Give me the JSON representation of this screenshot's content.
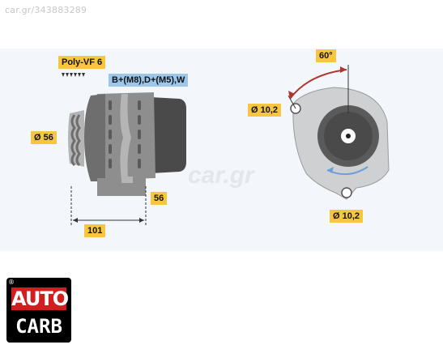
{
  "watermark_top": "car.gr/343883289",
  "watermark_center": "car.gr",
  "labels": {
    "belt": "Poly-VF 6",
    "terminals": "B+(M8),D+(M5),W",
    "pulley_diameter": "Ø 56",
    "width_56": "56",
    "length_101": "101",
    "angle": "60°",
    "hole_upper": "Ø 10,2",
    "hole_lower": "Ø 10,2"
  },
  "logo": {
    "reg_mark": "®",
    "top": "AUTO",
    "bottom": "CARB"
  },
  "colors": {
    "label_yellow": "#f7c640",
    "label_blue": "#9cc7ea",
    "body_gray": "#8e8e8e",
    "dark_gray": "#4a4a4a",
    "angle_red": "#b0342a",
    "rotation_blue": "#6aa0d8",
    "logo_red": "#d21e1e"
  }
}
